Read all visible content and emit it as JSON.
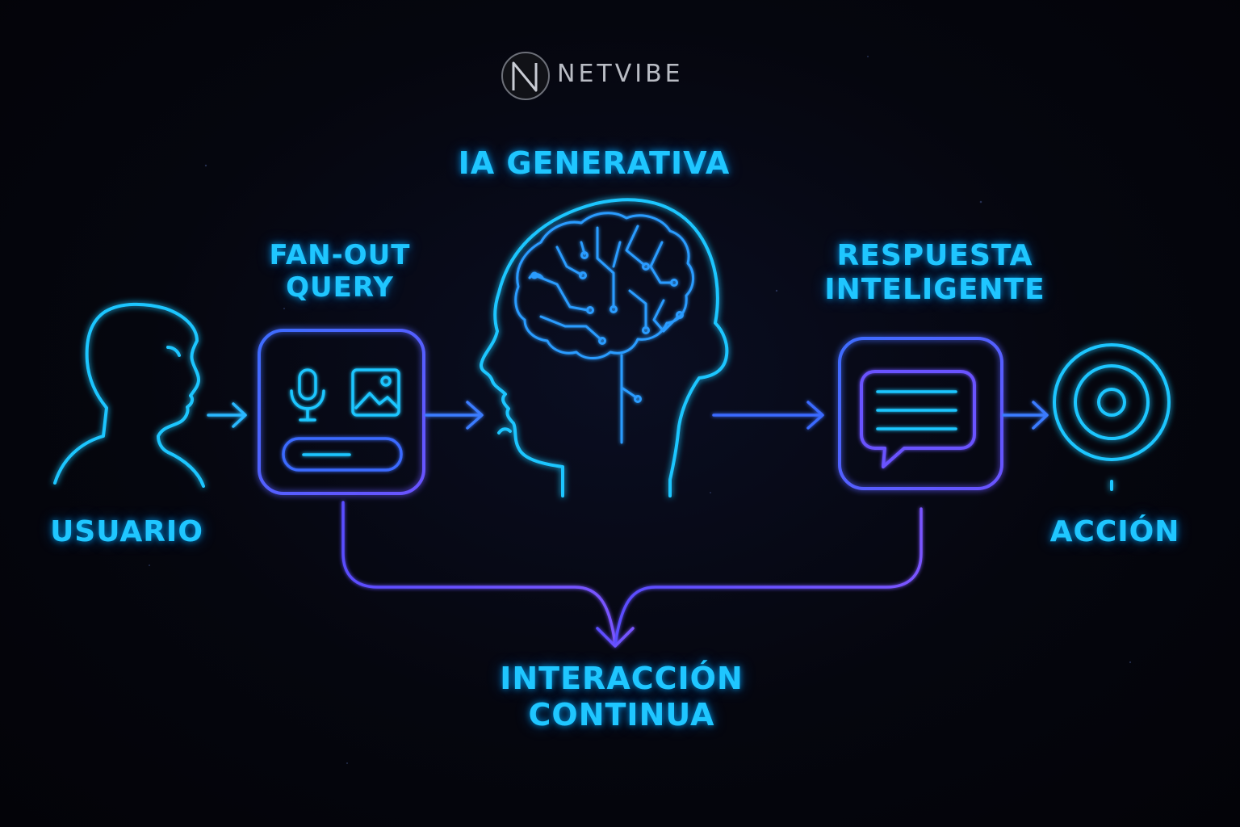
{
  "brand": {
    "name": "NETVIBE",
    "logo_letter": "N"
  },
  "nodes": {
    "usuario": {
      "label": "USUARIO"
    },
    "fanout": {
      "line1": "FAN-OUT",
      "line2": "QUERY"
    },
    "ia": {
      "label": "IA GENERATIVA"
    },
    "respuesta": {
      "line1": "RESPUESTA",
      "line2": "INTELIGENTE"
    },
    "accion": {
      "label": "ACCIÓN"
    },
    "interaccion": {
      "line1": "INTERACCIÓN",
      "line2": "CONTINUA"
    }
  },
  "colors": {
    "background": "#05060d",
    "cyan": "#1fc6ff",
    "blue": "#3a6bff",
    "violet": "#6a52ff",
    "brand_gray": "#b9bcc4"
  },
  "icons": [
    "person-icon",
    "microphone-icon",
    "image-icon",
    "text-bar-icon",
    "brain-head-icon",
    "chat-bubble-icon",
    "target-icon"
  ]
}
